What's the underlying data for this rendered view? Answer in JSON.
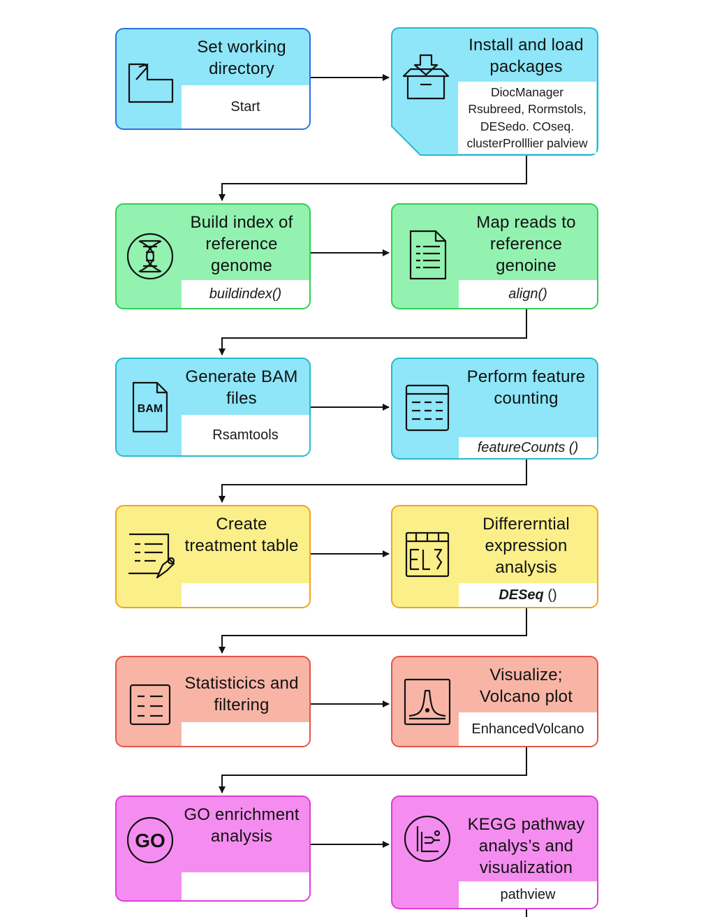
{
  "colors": {
    "blue_fill": "#8ee6f8",
    "blue_border": "#2b6fe0",
    "cyan_fill": "#8ee6f8",
    "cyan_border": "#27b9cc",
    "green_fill": "#93f2b0",
    "green_border": "#2fcf56",
    "yellow_fill": "#fbef8a",
    "yellow_border": "#f3a21a",
    "red_fill": "#f8b5a6",
    "red_border": "#e55447",
    "magenta_fill": "#f58df0",
    "magenta_border": "#db3fd4",
    "arrow": "#111111"
  },
  "steps": {
    "set_working_directory": {
      "title": "Set working directory",
      "sub": "Start",
      "icon": "folder-icon"
    },
    "install_packages": {
      "title": "Install and load packages",
      "sub_lines": [
        "DiocManager",
        "Rsubreed, Rormstols,",
        "DESedo. COseq.",
        "clusterProlllier palview"
      ],
      "icon": "package-download-icon"
    },
    "build_index": {
      "title": "Build index of reference genome",
      "sub": "buildindex()",
      "icon": "dna-icon"
    },
    "map_reads": {
      "title": "Map reads to reference genoine",
      "sub": "align()",
      "icon": "document-icon"
    },
    "generate_bam": {
      "title": "Generate BAM files",
      "sub": "Rsamtools",
      "icon": "bam-file-icon",
      "icon_label": "BAM"
    },
    "feature_counting": {
      "title": "Perform feature counting",
      "sub": "featureCounts ()",
      "icon": "table-icon"
    },
    "treatment_table": {
      "title": "Create treatment table",
      "sub": "",
      "icon": "edit-list-icon"
    },
    "differential_expression": {
      "title": "Differerntial expression analysis",
      "sub_bold": "DESeq",
      "sub_rest": " ()",
      "icon": "calendar-grid-icon"
    },
    "statistics_filtering": {
      "title": "Statisticics and filtering",
      "sub": "",
      "icon": "list-icon"
    },
    "volcano_plot": {
      "title": "Visualize; Volcano plot",
      "sub": "EnhancedVolcano",
      "icon": "volcano-plot-icon"
    },
    "go_enrichment": {
      "title": "GO enrichment analysis",
      "sub": "",
      "icon": "go-icon",
      "icon_label": "GO"
    },
    "kegg_pathway": {
      "title": "KEGG pathway analys’s and visualization",
      "sub": "pathview",
      "icon": "pathway-icon"
    }
  }
}
